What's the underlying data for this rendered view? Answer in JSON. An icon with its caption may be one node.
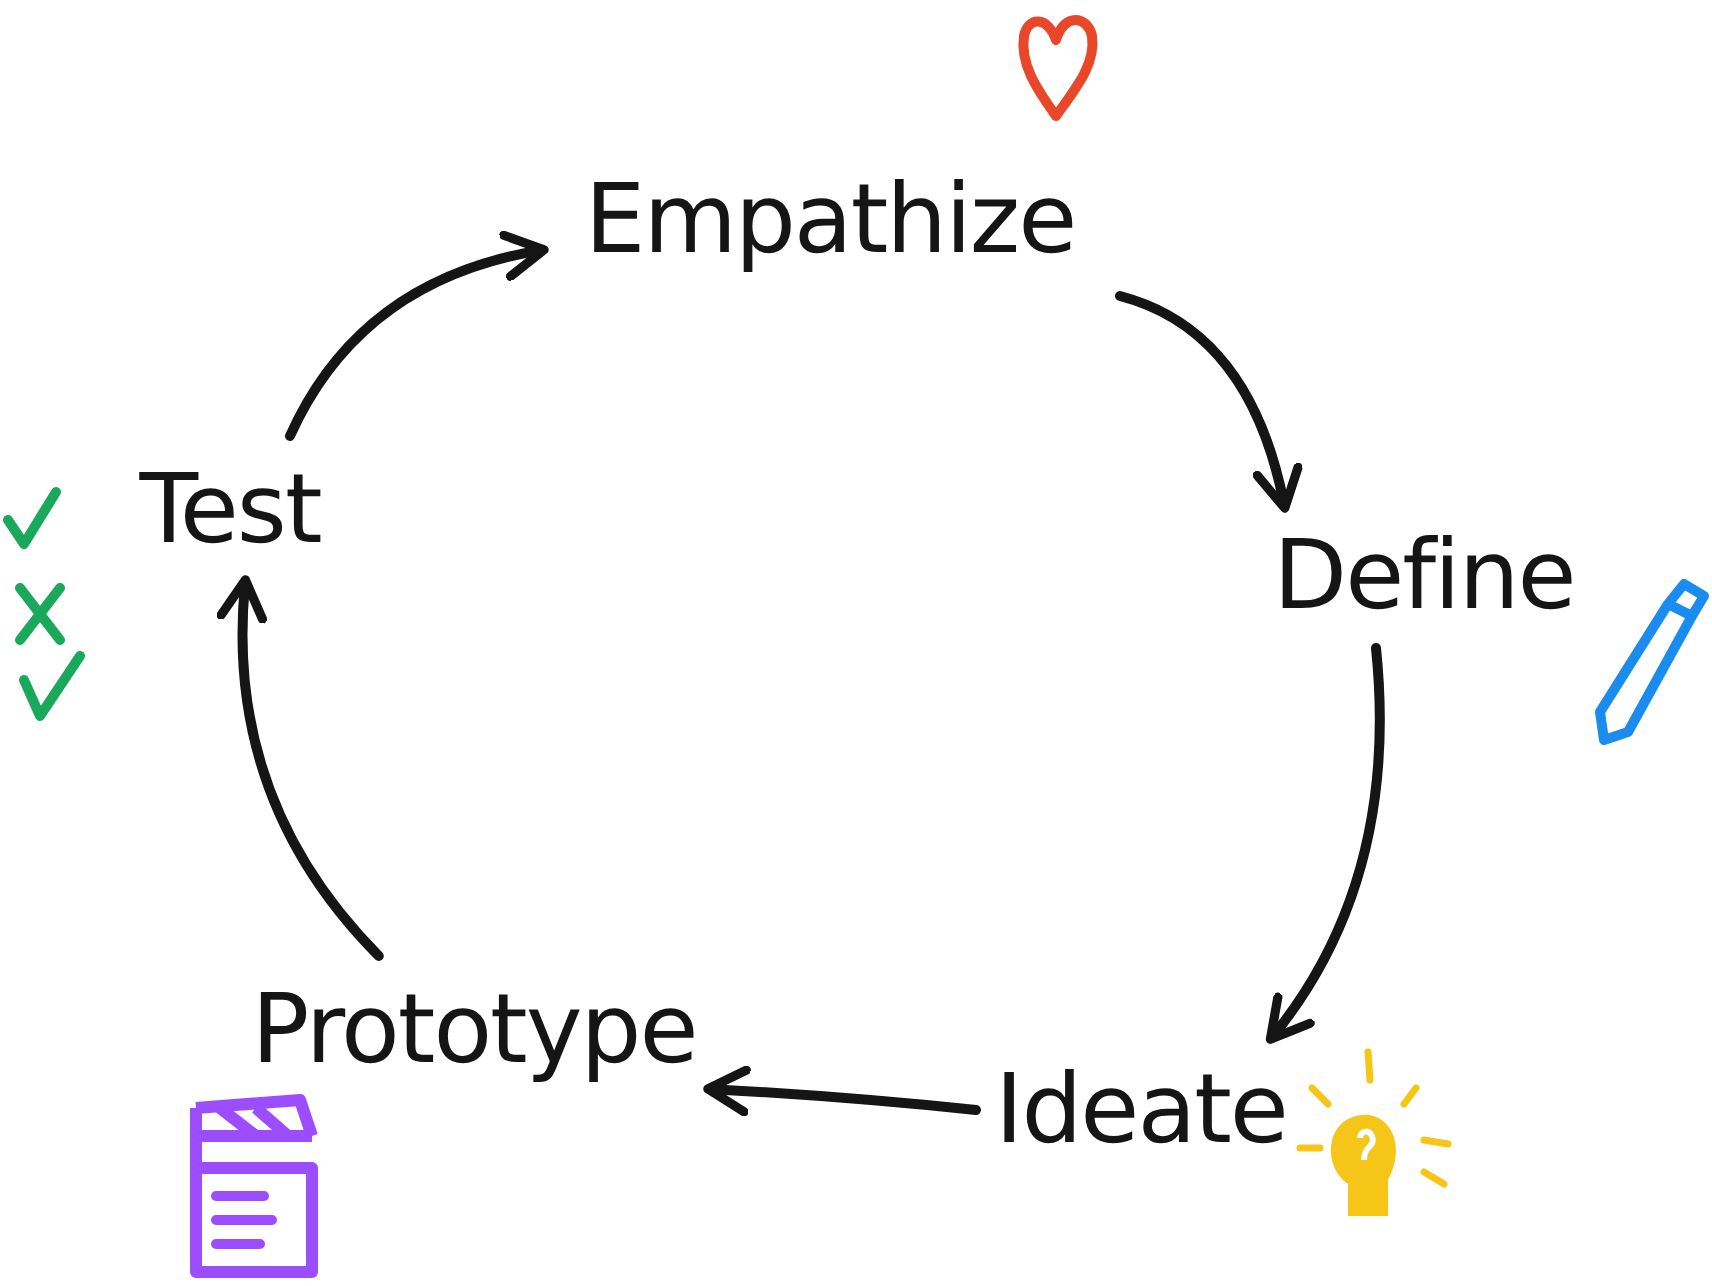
{
  "diagram": {
    "nodes": [
      {
        "text": [
          "Empathize"
        ]
      },
      {
        "text": [
          "Define"
        ]
      },
      {
        "text": [
          "Ideate"
        ]
      },
      {
        "text": [
          "Prototype"
        ]
      },
      {
        "text": [
          "Test"
        ]
      }
    ],
    "edges": [
      {
        "from": 0,
        "to": 1,
        "arrow": "to"
      },
      {
        "from": 1,
        "to": 2,
        "arrow": "to"
      },
      {
        "from": 2,
        "to": 3,
        "arrow": "to"
      },
      {
        "from": 3,
        "to": 4,
        "arrow": "to"
      },
      {
        "from": 4,
        "to": 0,
        "arrow": "to"
      }
    ]
  }
}
